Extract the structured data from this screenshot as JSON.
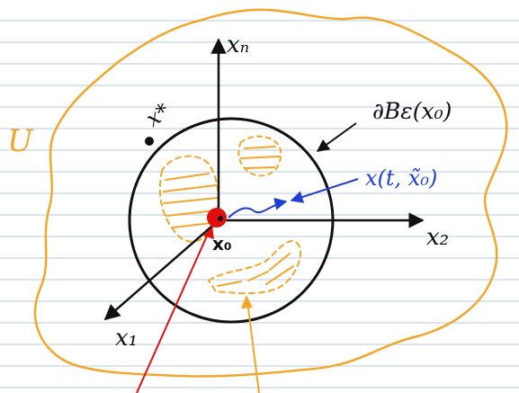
{
  "labels": {
    "region": "U",
    "axis_x1": "x₁",
    "axis_x2": "x₂",
    "axis_xn": "xₙ",
    "boundary": "∂Bε(x₀)",
    "trajectory": "x(t, x̃₀)",
    "point_star": "x*",
    "point_x0": "x₀"
  },
  "colors": {
    "ruled_lines": "#b9c9da",
    "region_outline": "#f2a62b",
    "ball_outline": "#111111",
    "axes": "#111111",
    "trajectory": "#1f3fd1",
    "equilibrium_point": "#e01010",
    "red_arrow": "#e01010",
    "orange_arrow": "#f2a62b"
  }
}
